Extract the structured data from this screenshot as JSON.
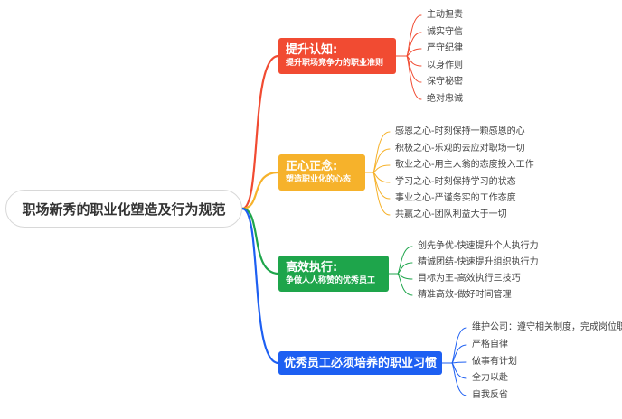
{
  "root": {
    "label": "职场新秀的职业化塑造及行为规范"
  },
  "branches": [
    {
      "title": "提升认知:",
      "subtitle": "提升职场竞争力的职业准则",
      "color": "#f14b32",
      "children": [
        "主动担责",
        "诚实守信",
        "严守纪律",
        "以身作则",
        "保守秘密",
        "绝对忠诚"
      ]
    },
    {
      "title": "正心正念:",
      "subtitle": "塑造职业化的心态",
      "color": "#f6b22b",
      "children": [
        "感恩之心-时刻保持一颗感恩的心",
        "积极之心-乐观的去应对职场一切",
        "敬业之心-用主人翁的态度投入工作",
        "学习之心-时刻保持学习的状态",
        "事业之心-严谨务实的工作态度",
        "共赢之心-团队利益大于一切"
      ]
    },
    {
      "title": "高效执行:",
      "subtitle": "争做人人称赞的优秀员工",
      "color": "#1ea54b",
      "children": [
        "创先争优-快速提升个人执行力",
        "精诚团结-快速提升组织执行力",
        "目标为王-高效执行三技巧",
        "精准高效-做好时间管理"
      ]
    },
    {
      "title": "优秀员工必须培养的职业习惯",
      "subtitle": "",
      "color": "#1d5ff2",
      "children": [
        "维护公司：遵守相关制度，完成岗位职责",
        "严格自律",
        "做事有计划",
        "全力以赴",
        "自我反省"
      ]
    }
  ]
}
